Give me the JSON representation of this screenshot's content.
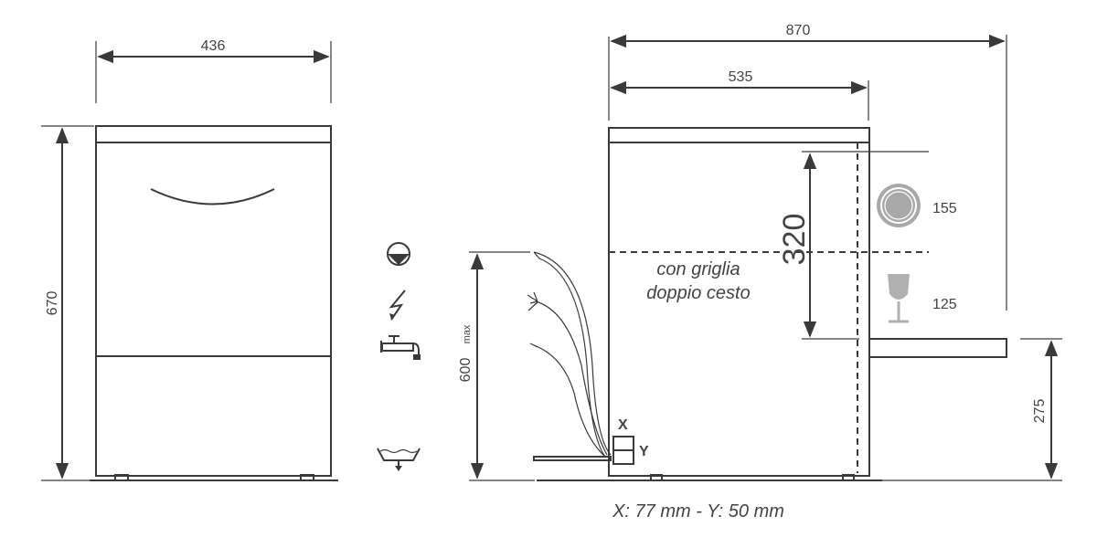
{
  "front_view": {
    "width_label": "436",
    "height_label": "670"
  },
  "side_view": {
    "depth_label": "870",
    "body_depth_label": "535",
    "clearance_label": "320",
    "hose_height_label": "600",
    "hose_height_suffix": "max",
    "shelf_height_label": "275",
    "note_line1": "con griglia",
    "note_line2": "doppio cesto",
    "plate_label": "155",
    "glass_label": "125",
    "x_marker": "X",
    "y_marker": "Y"
  },
  "legend_icons": [
    "drain-icon",
    "power-icon",
    "water-tap-icon",
    "floor-drain-icon"
  ],
  "footer": {
    "caption": "X: 77 mm - Y: 50 mm"
  },
  "colors": {
    "line": "#3a3a3a",
    "text": "#444444",
    "plate_fill": "#a8a8a8",
    "glass_fill": "#b0b0b0"
  }
}
